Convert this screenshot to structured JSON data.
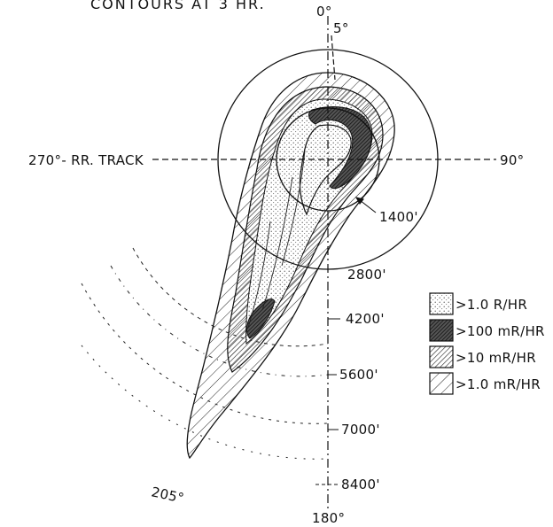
{
  "title": "CONTOURS AT 3 HR.",
  "bearings": {
    "north": "0°",
    "north_5": "5°",
    "east": "90°",
    "west": "270°- RR. TRACK",
    "south": "180°",
    "axis_205": "205°"
  },
  "distances": [
    "1400'",
    "2800'",
    "4200'",
    "5600'",
    "7000'",
    "8400'"
  ],
  "legend": [
    {
      "label": ">1.0 R/HR",
      "pattern": "stipple"
    },
    {
      "label": ">100 mR/HR",
      "pattern": "dark"
    },
    {
      "label": ">10 mR/HR",
      "pattern": "dense-hatch"
    },
    {
      "label": ">1.0 mR/HR",
      "pattern": "sparse-hatch"
    }
  ],
  "colors": {
    "ink": "#111111",
    "paper": "#ffffff"
  }
}
